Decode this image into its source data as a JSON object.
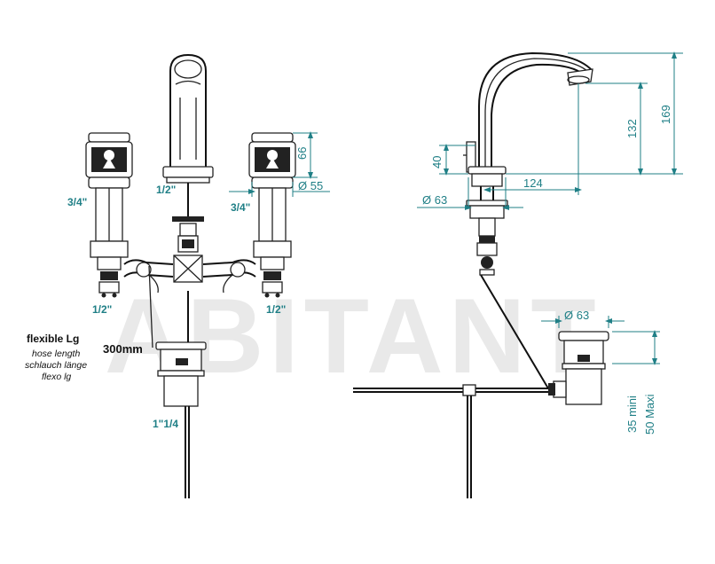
{
  "watermark": "ABITANT",
  "front": {
    "labels": {
      "left_inlet_top": "3/4\"",
      "left_inlet_bottom": "1/2\"",
      "spout_inlet": "1/2\"",
      "right_inlet_top": "3/4\"",
      "right_inlet_bottom": "1/2\"",
      "waste": "1\"1/4"
    },
    "dims": {
      "handle_height": "66",
      "handle_diameter": "Ø 55"
    },
    "hose": {
      "title": "flexible Lg",
      "line1": "hose length",
      "line2": "schlauch länge",
      "line3": "flexo lg",
      "length": "300mm"
    }
  },
  "side": {
    "dims": {
      "base_height": "40",
      "base_diameter": "Ø 63",
      "reach": "124",
      "spout_height": "132",
      "total_height": "169"
    }
  },
  "waste_detail": {
    "dims": {
      "diameter": "Ø 63",
      "min": "35 mini",
      "max": "50 Maxi"
    }
  },
  "colors": {
    "dimension": "#1f7f86",
    "line": "#222222",
    "watermark": "#e9e9e9"
  }
}
